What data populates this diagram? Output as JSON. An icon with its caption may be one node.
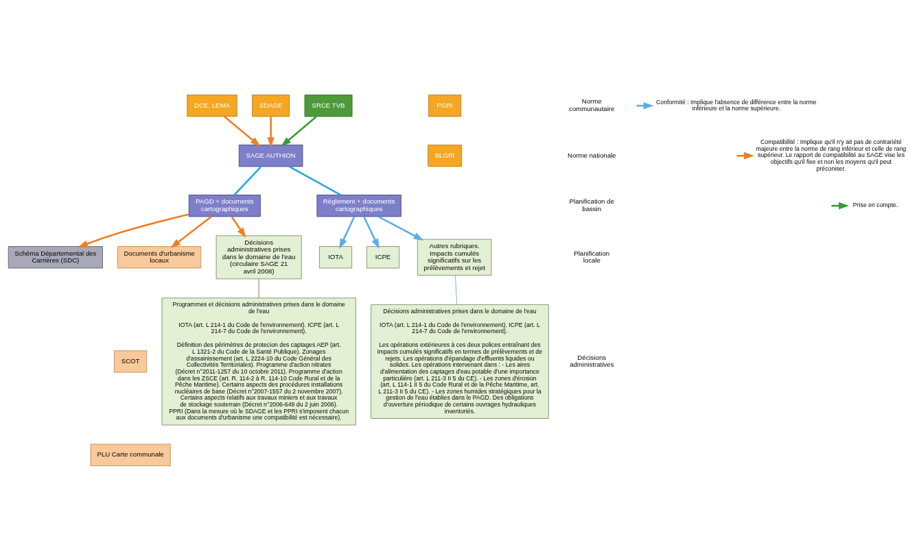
{
  "diagram": {
    "nodes": [
      {
        "text": [
          "DCE, LEMA"
        ]
      },
      {
        "text": [
          "PGRI"
        ]
      },
      {
        "text": [
          "SDAGE"
        ]
      },
      {
        "text": [
          "BLGRI"
        ]
      },
      {
        "text": [
          "SRCE TVB"
        ]
      },
      {
        "text": [
          "SAGE AUTHION"
        ]
      },
      {
        "text": [
          "PAGD + documents cartographiques"
        ]
      },
      {
        "text": [
          "Règlement + documents cartographiques"
        ]
      },
      {
        "text": [
          "Schéma Départemental des Carrières (SDC)"
        ]
      },
      {
        "text": [
          "Documents d'urbanisme locaux"
        ]
      },
      {
        "text": [
          "SCOT"
        ]
      },
      {
        "text": [
          "PLU Carte communale"
        ]
      },
      {
        "text": [
          "Décisions administratives prises dans le domaine de l'eau (circulaire SAGE 21 avril 2008)"
        ]
      },
      {
        "text": [
          "IOTA"
        ]
      },
      {
        "text": [
          "ICPE"
        ]
      },
      {
        "text": [
          "Autres rubriques. Impacts cumulés significatifs sur les prélèvements et rejet"
        ]
      },
      {
        "text": [
          "Programmes et décisions administratives prises dans le domaine de l'eau",
          "IOTA (art. L 214-1 du Code de l'environnement). ICPE (art. L 214-7 du Code de l'environnement).",
          "Définition des périmètres de protecion des captages AEP (art. L 1321-2 du Code de la Santé Publique). Zonages d'assainissement (art. L 2224-10 du Code Général des Collectivités Territoriales). Programme d'action nitrates (Décret n°2011-1257 du 10 octobre 2011). Programme d'action dans les ZSCE (art. R. 114-2 à R. 114-10 Code Rural et de la Pêche Maritime). Certains aspects des procédures installations nucléaires de base (Décret n°2007-1557 du 2 novembre 2007). Certains aspects relatifs aux travaux miniers et aux travaux de stockage souterrain (Décret n°2006-649 du 2 juin 2006). PPRI (Dans la mesure où le SDAGE et les PPRI s'imposent chacun aux documents d'urbanisme une compatibilité est nécessaire)."
        ]
      },
      {
        "text": [
          "Décisions administratives prises dans le domaine de l'eau",
          "IOTA (art. L 214-1 du Code de l'environnement). ICPE (art. L 214-7 du Code de l'environnement).",
          "Les opérations extérieures à ces deux polices entraînant des impacts cumulés significatifs en termes de prélèvements et de rejets. Les opérations d'épandage d'effluents liquides ou solides. Les opérations intervenant dans : - Les aires d'alimentation des captages d'eau potable d'une importance particulière (art. L 211-3 II 5 du CE). - Les zones d'érosion (art. L 114-1 II 5 du Code Rural et de la Pêche Maritime, art. L 211-3 II 5 du CE). - Les zones humides stratégiques pour la gestion de l'eau établies dans le PAGD. Des obligations d'ouverture périodique de certains ouvrages hydrauliques inventoriés."
        ]
      }
    ],
    "edges": [
      {
        "from": 0,
        "to": 5,
        "arrow": "to",
        "color": "#f07f22"
      },
      {
        "from": 2,
        "to": 5,
        "arrow": "to",
        "color": "#f07f22"
      },
      {
        "from": 4,
        "to": 5,
        "arrow": "to",
        "color": "#3a9a3a"
      },
      {
        "from": 5,
        "to": 6,
        "arrow": "none",
        "color": "#2aa7e0"
      },
      {
        "from": 5,
        "to": 7,
        "arrow": "none",
        "color": "#2aa7e0"
      },
      {
        "from": 6,
        "to": 8,
        "arrow": "to",
        "color": "#f07f22"
      },
      {
        "from": 6,
        "to": 9,
        "arrow": "to",
        "color": "#f07f22"
      },
      {
        "from": 6,
        "to": 12,
        "arrow": "to",
        "color": "#f07f22"
      },
      {
        "from": 7,
        "to": 13,
        "arrow": "to",
        "color": "#5aaee8"
      },
      {
        "from": 7,
        "to": 14,
        "arrow": "to",
        "color": "#5aaee8"
      },
      {
        "from": 7,
        "to": 15,
        "arrow": "to",
        "color": "#5aaee8"
      },
      {
        "from": 12,
        "to": 16,
        "arrow": "none",
        "color": "#8a5a3a"
      },
      {
        "from": 15,
        "to": 17,
        "arrow": "none",
        "color": "#5aaee8"
      }
    ],
    "labels": [
      "Norme communautaire",
      "Norme nationale",
      "Planification de bassin",
      "Planification locale",
      "Décisions administratives"
    ],
    "legend": [
      {
        "text": "Conformité : Implique l'absence de différence entre la norme inférieure et la norme supérieure."
      },
      {
        "text": "Compatibilité : Implique qu'il n'y ait pas de contrariété majeure entre la norme de rang inférieur et celle de rang supérieur. Le rapport de compatibilité au SAGE vise les objectifs qu'il fixe et non les moyens qu'il peut préconiser."
      },
      {
        "text": "Prise en compte."
      }
    ]
  }
}
